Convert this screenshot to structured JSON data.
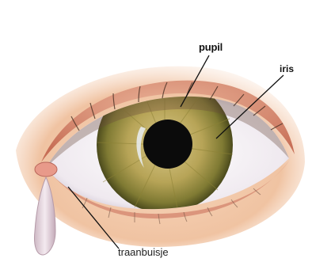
{
  "diagram": {
    "subject": "eye",
    "labels": {
      "pupil": "pupil",
      "iris": "iris",
      "tear_duct": "traanbuisje"
    },
    "colors": {
      "skin": "#f2c9a9",
      "eyelid_shadow": "#c7745a",
      "sclera": "#f4f1f3",
      "iris_outer": "#6b6a2a",
      "iris_inner": "#c9b86a",
      "pupil": "#0b0b0b",
      "tear": "#e6d6de",
      "leader_line": "#111111"
    }
  }
}
